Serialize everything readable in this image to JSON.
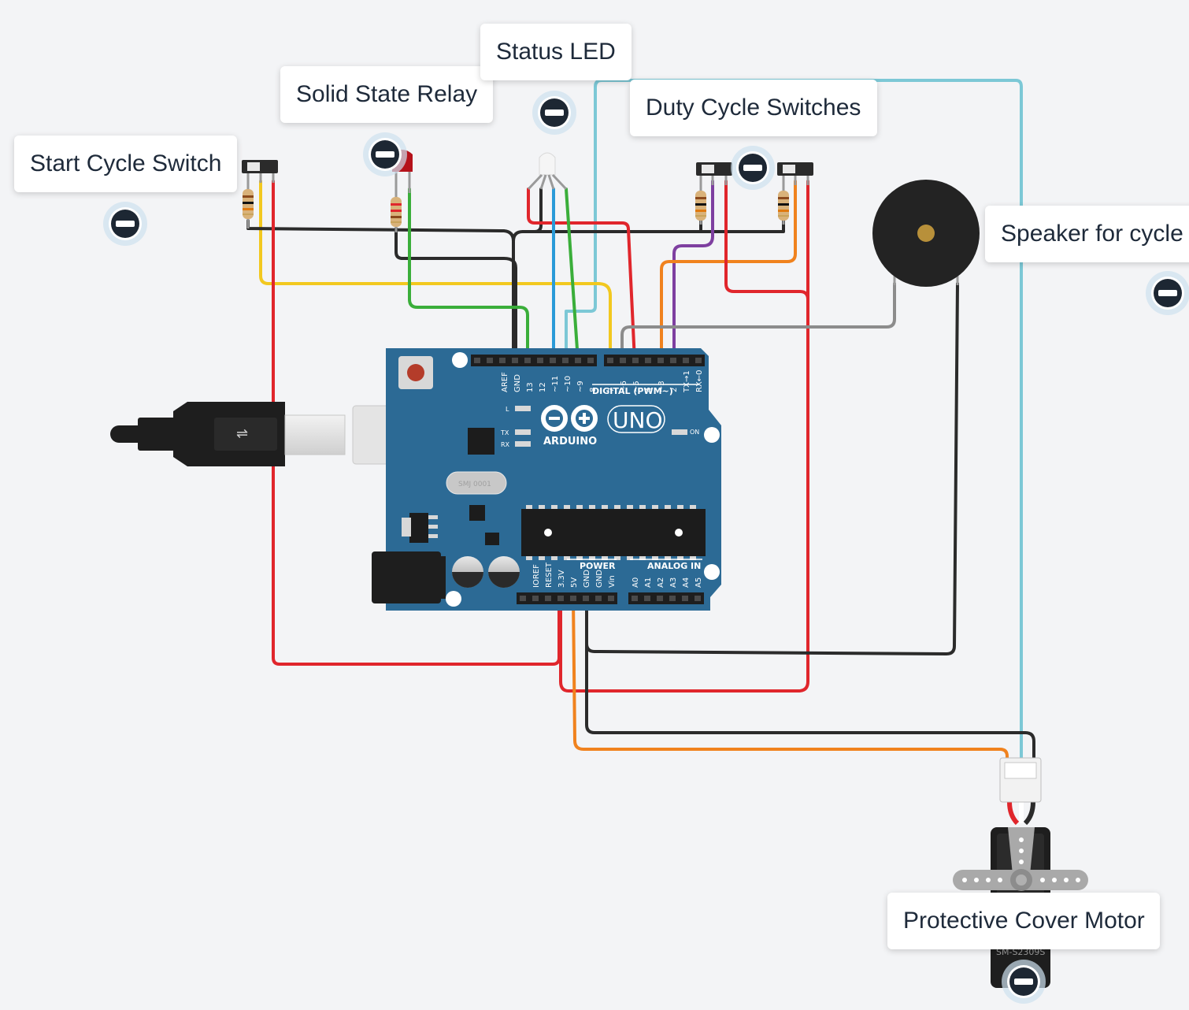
{
  "annotations": [
    {
      "id": "start",
      "label": "Start Cycle Switch"
    },
    {
      "id": "relay",
      "label": "Solid State Relay"
    },
    {
      "id": "led",
      "label": "Status LED"
    },
    {
      "id": "duty",
      "label": "Duty Cycle Switches"
    },
    {
      "id": "speaker",
      "label": "Speaker for cycle"
    },
    {
      "id": "motor",
      "label": "Protective Cover Motor"
    }
  ],
  "board": {
    "model": "UNO",
    "brand": "ARDUINO",
    "section_digital": "DIGITAL (PWM~)",
    "section_power": "POWER",
    "section_analog": "ANALOG IN",
    "led_l": "L",
    "led_tx": "TX",
    "led_rx": "RX",
    "led_on": "ON",
    "crystal": "SMJ 0001",
    "digital_pins": [
      "AREF",
      "GND",
      "13",
      "12",
      "~11",
      "~10",
      "~9",
      "8",
      "7",
      "~6",
      "~5",
      "4",
      "~3",
      "2",
      "TX→1",
      "RX←0"
    ],
    "power_pins": [
      "IOREF",
      "RESET",
      "3.3V",
      "5V",
      "GND",
      "GND",
      "Vin"
    ],
    "analog_pins": [
      "A0",
      "A1",
      "A2",
      "A3",
      "A4",
      "A5"
    ]
  },
  "servo_label": "SM-S2309S",
  "wire_colors": {
    "red": "#e0262c",
    "black": "#2b2b2b",
    "yellow": "#f2c81f",
    "green": "#3aae3a",
    "blue": "#2a9ad8",
    "cyan": "#7cc8d6",
    "orange": "#f0821e",
    "purple": "#7e3fa0",
    "gray": "#8c8c8c"
  },
  "board_color": "#2c6a95"
}
